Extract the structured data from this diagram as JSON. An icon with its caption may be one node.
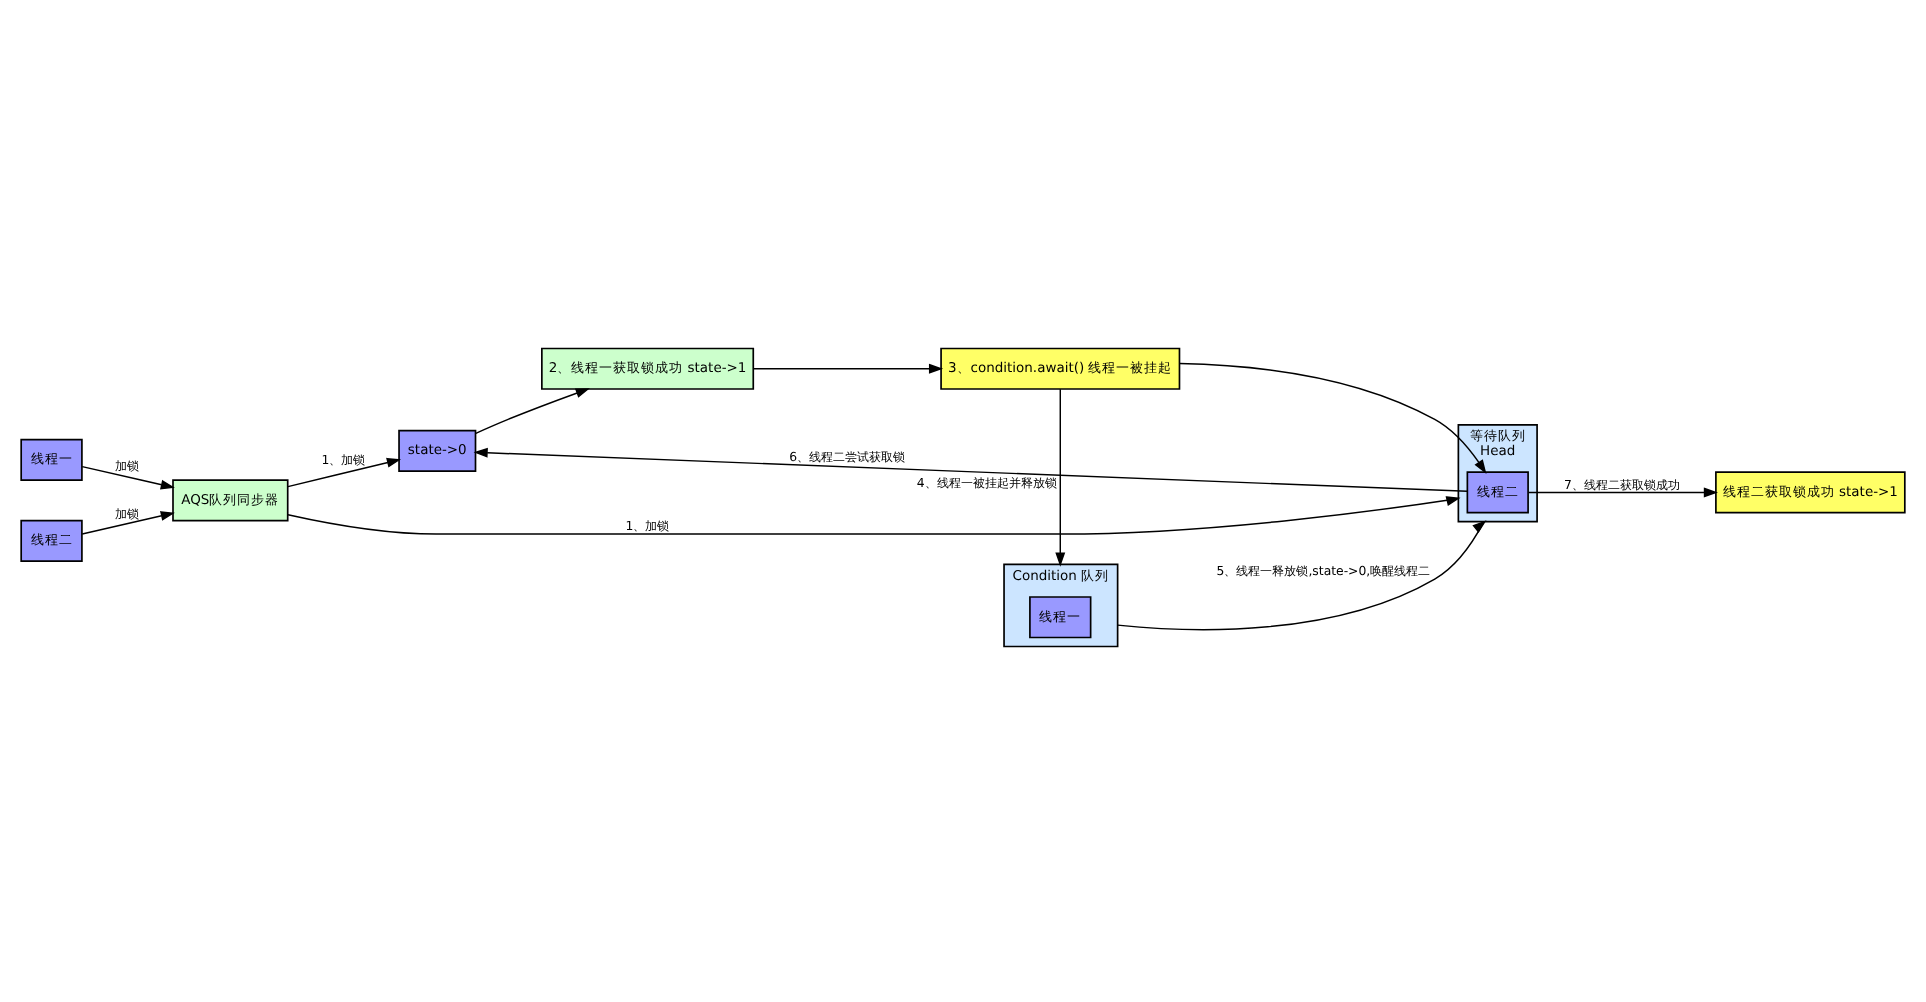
{
  "diagram": {
    "nodes": [
      {
        "text": [
          "线程一"
        ]
      },
      {
        "text": [
          "线程二"
        ]
      },
      {
        "text": [
          "AQS队列同步器"
        ]
      },
      {
        "text": [
          "state->0"
        ]
      },
      {
        "text": [
          "2、线程一获取锁成功 state->1"
        ]
      },
      {
        "text": [
          "3、condition.await() 线程一被挂起"
        ]
      },
      {
        "text": [
          "等待队列",
          "Head"
        ]
      },
      {
        "text": [
          "线程二"
        ],
        "in": 6
      },
      {
        "text": [
          "线程二获取锁成功 state->1"
        ]
      },
      {
        "text": [
          "Condition 队列"
        ]
      },
      {
        "text": [
          "线程一"
        ],
        "in": 9
      }
    ],
    "edges": [
      {
        "from": 0,
        "to": 2,
        "arrow": "to",
        "label": "加锁"
      },
      {
        "from": 1,
        "to": 2,
        "arrow": "to",
        "label": "加锁"
      },
      {
        "from": 2,
        "to": 3,
        "arrow": "to",
        "label": "1、加锁"
      },
      {
        "from": 7,
        "to": 3,
        "arrow": "to",
        "label": "6、线程二尝试获取锁"
      },
      {
        "from": 3,
        "to": 4,
        "arrow": "to"
      },
      {
        "from": 4,
        "to": 5,
        "arrow": "to"
      },
      {
        "from": 5,
        "to": 7,
        "arrow": "to"
      },
      {
        "from": 2,
        "to": 6,
        "arrow": "to",
        "label": "1、加锁"
      },
      {
        "from": 7,
        "to": 8,
        "arrow": "to",
        "label": "7、线程二获取锁成功"
      },
      {
        "from": 5,
        "to": 9,
        "arrow": "to",
        "label": "4、线程一被挂起并释放锁"
      },
      {
        "from": 9,
        "to": 6,
        "arrow": "to",
        "label": "5、线程一释放锁,state->0,唤醒线程二"
      }
    ]
  }
}
